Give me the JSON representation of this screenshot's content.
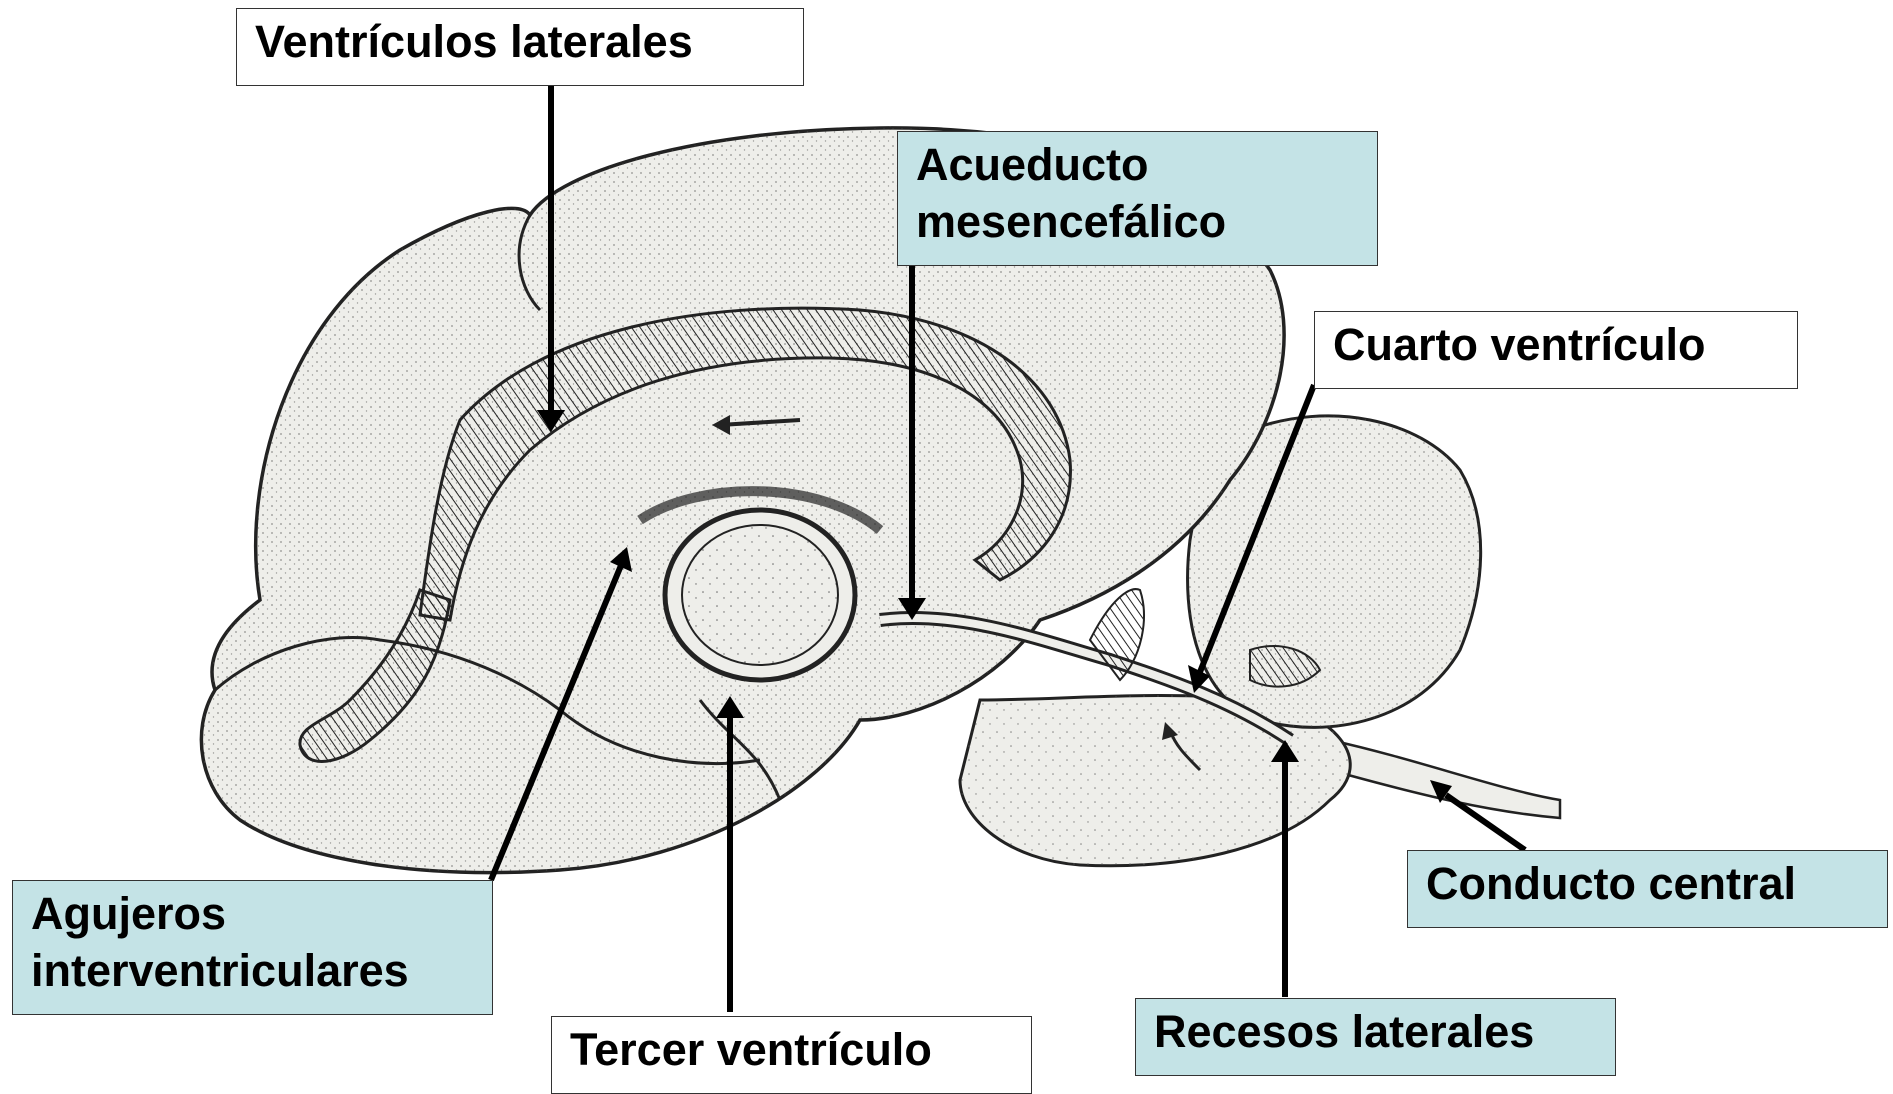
{
  "diagram": {
    "labels": {
      "ventriculos_laterales": "Ventrículos laterales",
      "acueducto_line1": "Acueducto",
      "acueducto_line2": "mesencefálico",
      "cuarto_ventriculo": "Cuarto ventrículo",
      "conducto_central": "Conducto central",
      "agujeros_line1": "Agujeros",
      "agujeros_line2": "interventriculares",
      "tercer_ventriculo": "Tercer ventrículo",
      "recesos_laterales": "Recesos laterales"
    },
    "colors": {
      "label_fill_highlight": "#c4e3e6",
      "label_fill_plain": "#ffffff",
      "label_border": "#333333",
      "arrow": "#000000",
      "brain_fill": "#eeeeea",
      "brain_outline": "#222222"
    }
  }
}
